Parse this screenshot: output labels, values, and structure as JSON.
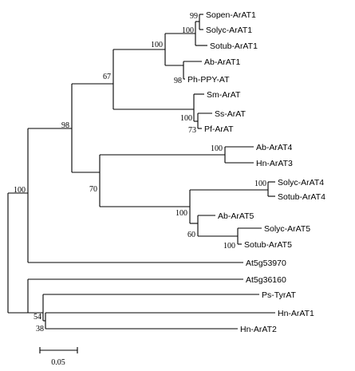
{
  "tree": {
    "leaves": [
      {
        "id": "sopen_arat1",
        "label": "Sopen-ArAT1"
      },
      {
        "id": "solyc_arat1",
        "label": "Solyc-ArAT1"
      },
      {
        "id": "sotub_arat1",
        "label": "Sotub-ArAT1"
      },
      {
        "id": "ab_arat1",
        "label": "Ab-ArAT1"
      },
      {
        "id": "ph_ppy_at",
        "label": "Ph-PPY-AT"
      },
      {
        "id": "sm_arat",
        "label": "Sm-ArAT"
      },
      {
        "id": "ss_arat",
        "label": "Ss-ArAT"
      },
      {
        "id": "pf_arat",
        "label": "Pf-ArAT"
      },
      {
        "id": "ab_arat4",
        "label": "Ab-ArAT4"
      },
      {
        "id": "hn_arat3",
        "label": "Hn-ArAT3"
      },
      {
        "id": "solyc_arat4",
        "label": "Solyc-ArAT4"
      },
      {
        "id": "sotub_arat4",
        "label": "Sotub-ArAT4"
      },
      {
        "id": "ab_arat5",
        "label": "Ab-ArAT5"
      },
      {
        "id": "solyc_arat5",
        "label": "Solyc-ArAT5"
      },
      {
        "id": "sotub_arat5",
        "label": "Sotub-ArAT5"
      },
      {
        "id": "at5g53970",
        "label": "At5g53970"
      },
      {
        "id": "at5g36160",
        "label": "At5g36160"
      },
      {
        "id": "ps_tyrat",
        "label": "Ps-TyrAT"
      },
      {
        "id": "hn_arat1",
        "label": "Hn-ArAT1"
      },
      {
        "id": "hn_arat2",
        "label": "Hn-ArAT2"
      }
    ],
    "bootstrap": [
      {
        "id": "b_sopen_solyc",
        "value": "99"
      },
      {
        "id": "b_arat1_group",
        "value": "100"
      },
      {
        "id": "b_ab_ph",
        "value": "98"
      },
      {
        "id": "b_group_67",
        "value": "67"
      },
      {
        "id": "b_ss_pf_group",
        "value": "100"
      },
      {
        "id": "b_ss_pf",
        "value": "73"
      },
      {
        "id": "b_group_98",
        "value": "98"
      },
      {
        "id": "b_arat4_hn3",
        "value": "100"
      },
      {
        "id": "b_group_70",
        "value": "70"
      },
      {
        "id": "b_solyc_sotub4",
        "value": "100"
      },
      {
        "id": "b_arat45",
        "value": "100"
      },
      {
        "id": "b_arat5_group",
        "value": "60"
      },
      {
        "id": "b_solyc_sotub5",
        "value": "100"
      },
      {
        "id": "b_main",
        "value": "100"
      },
      {
        "id": "b_54",
        "value": "54"
      },
      {
        "id": "b_38",
        "value": "38"
      }
    ],
    "scale_bar": {
      "value": "0.05"
    }
  }
}
